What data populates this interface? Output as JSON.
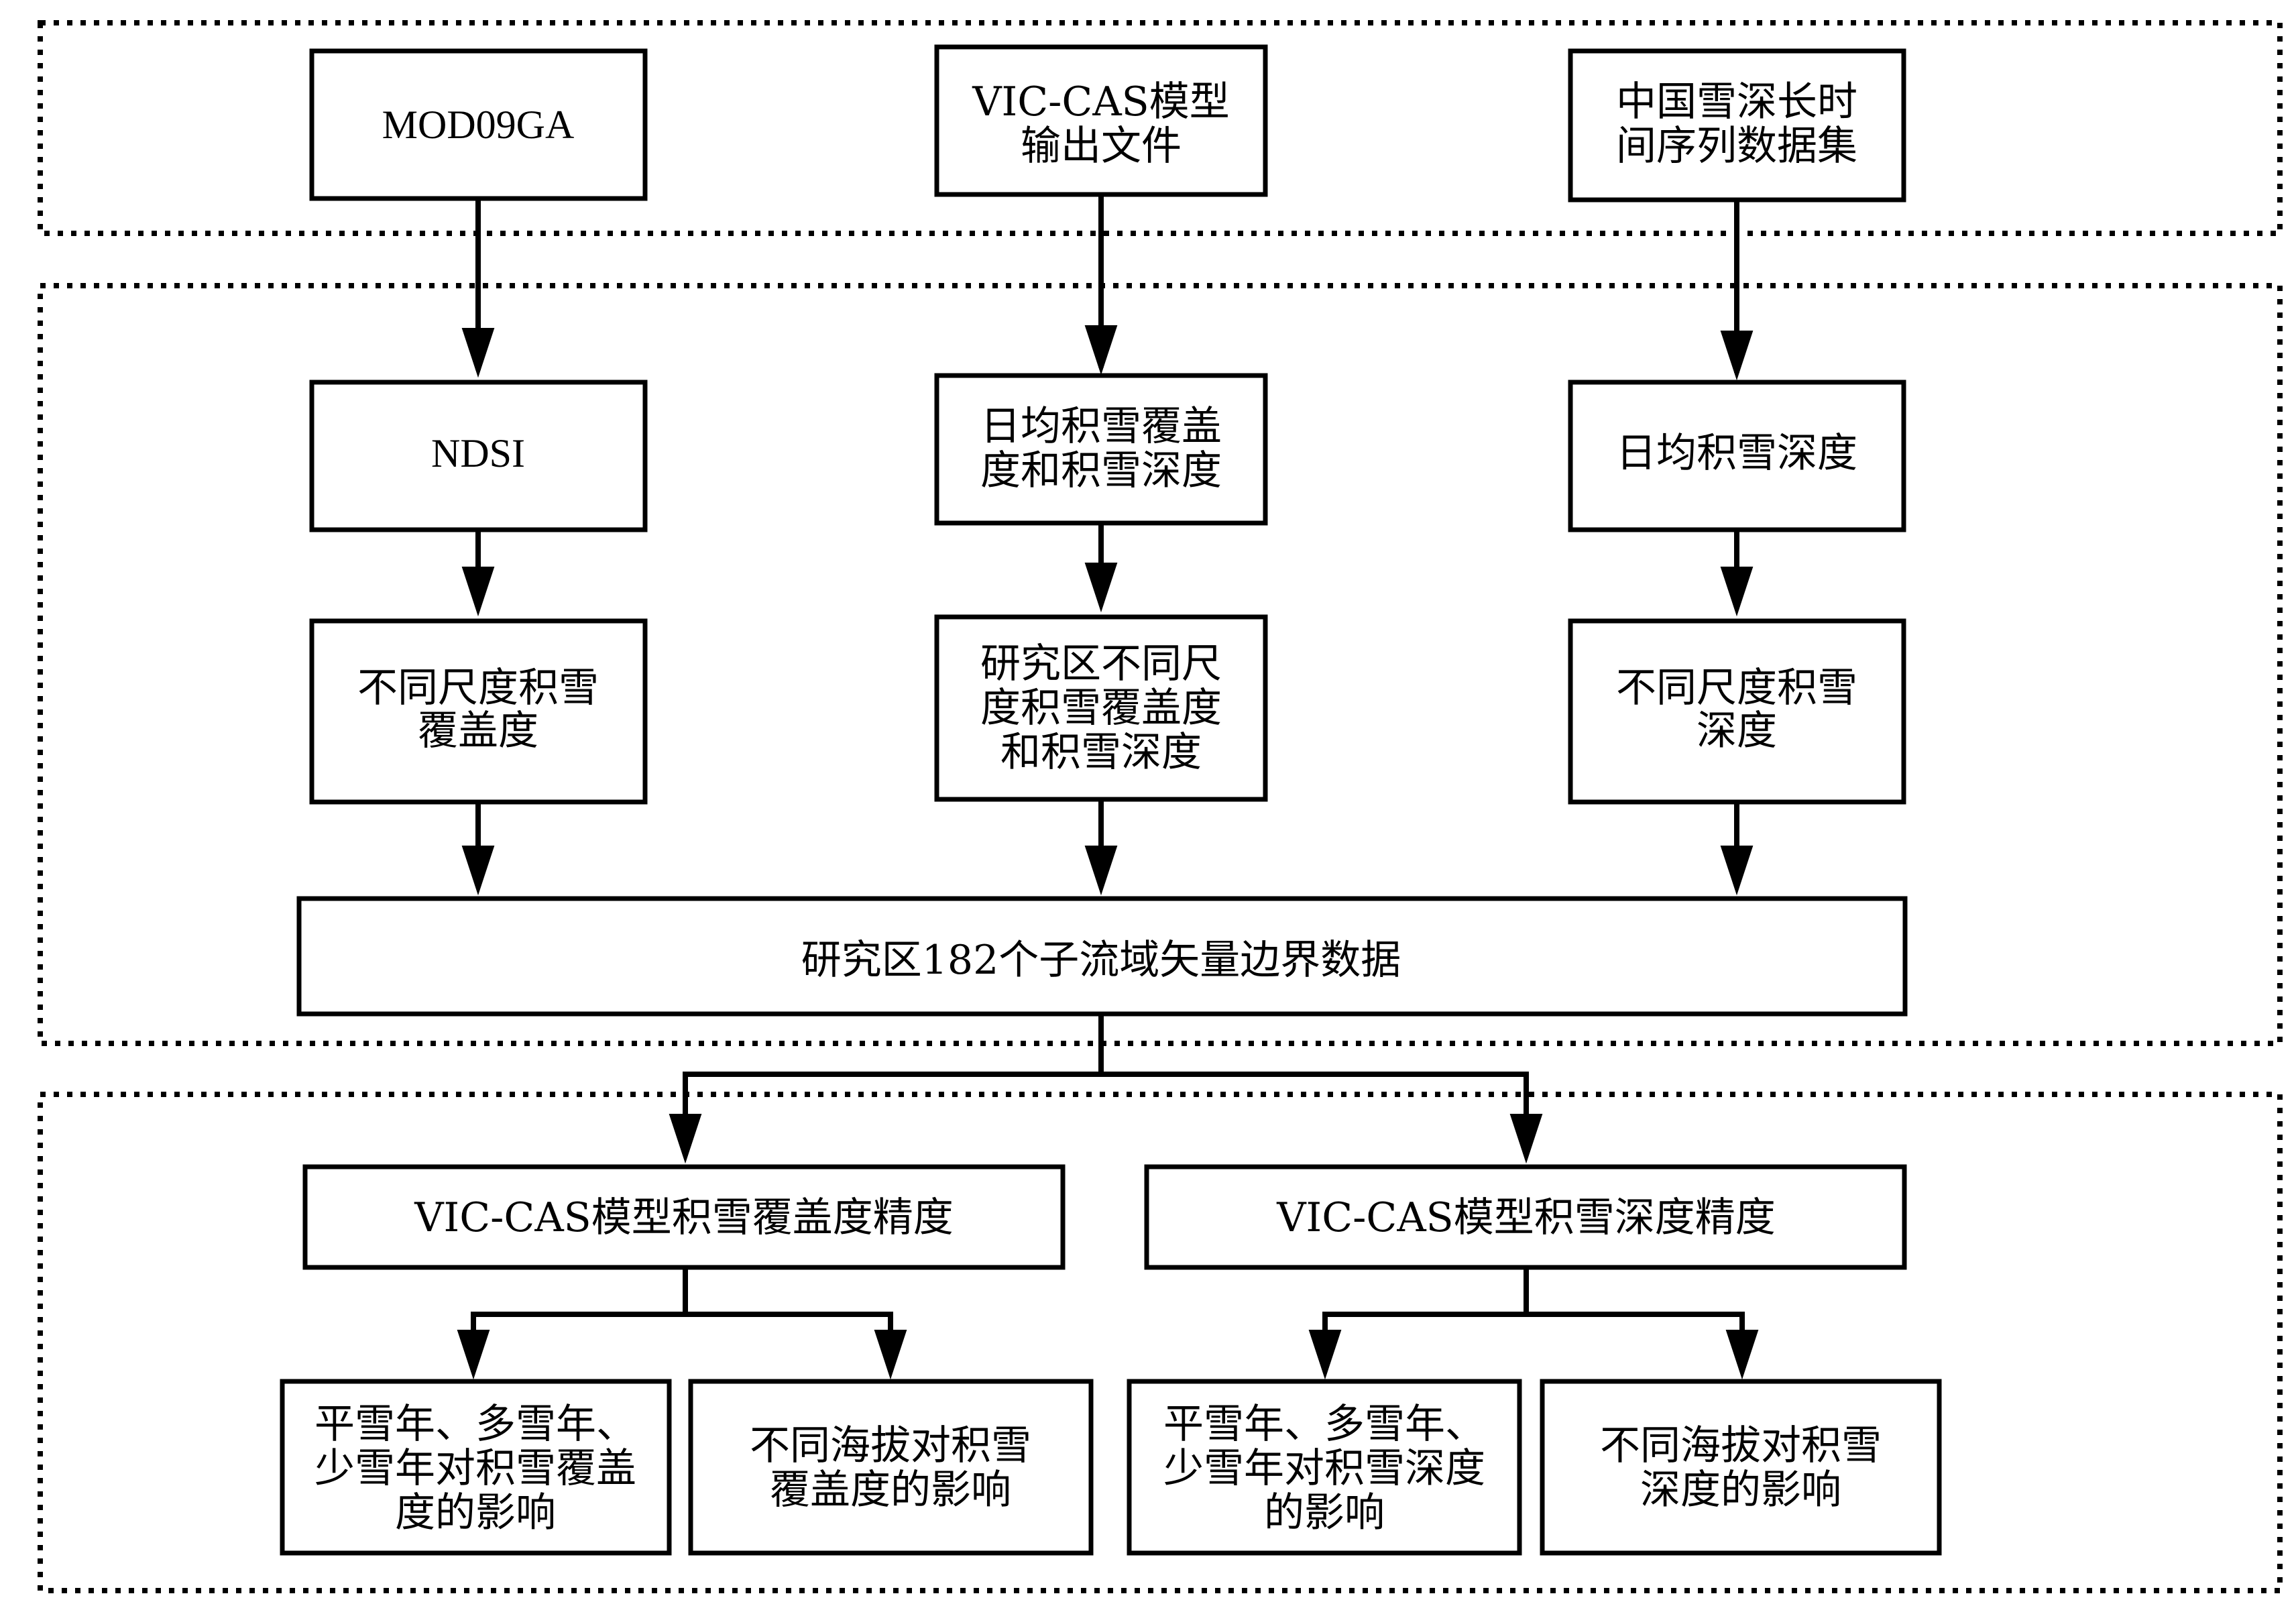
{
  "nodes": {
    "mod09ga": "MOD09GA",
    "vic_cas_output": [
      "VIC-CAS模型",
      "输出文件"
    ],
    "china_snow_depth": [
      "中国雪深长时",
      "间序列数据集"
    ],
    "ndsi": "NDSI",
    "daily_coverage_depth": [
      "日均积雪覆盖",
      "度和积雪深度"
    ],
    "daily_depth": "日均积雪深度",
    "multiscale_coverage": [
      "不同尺度积雪",
      "覆盖度"
    ],
    "study_area_multiscale": [
      "研究区不同尺",
      "度积雪覆盖度",
      "和积雪深度"
    ],
    "multiscale_depth": [
      "不同尺度积雪",
      "深度"
    ],
    "subbasin_boundary": "研究区182个子流域矢量边界数据",
    "coverage_accuracy": "VIC-CAS模型积雪覆盖度精度",
    "depth_accuracy": "VIC-CAS模型积雪深度精度",
    "coverage_snow_year_effect": [
      "平雪年、多雪年、",
      "少雪年对积雪覆盖",
      "度的影响"
    ],
    "coverage_elevation_effect": [
      "不同海拔对积雪",
      "覆盖度的影响"
    ],
    "depth_snow_year_effect": [
      "平雪年、多雪年、",
      "少雪年对积雪深度",
      "的影响"
    ],
    "depth_elevation_effect": [
      "不同海拔对积雪",
      "深度的影响"
    ]
  }
}
